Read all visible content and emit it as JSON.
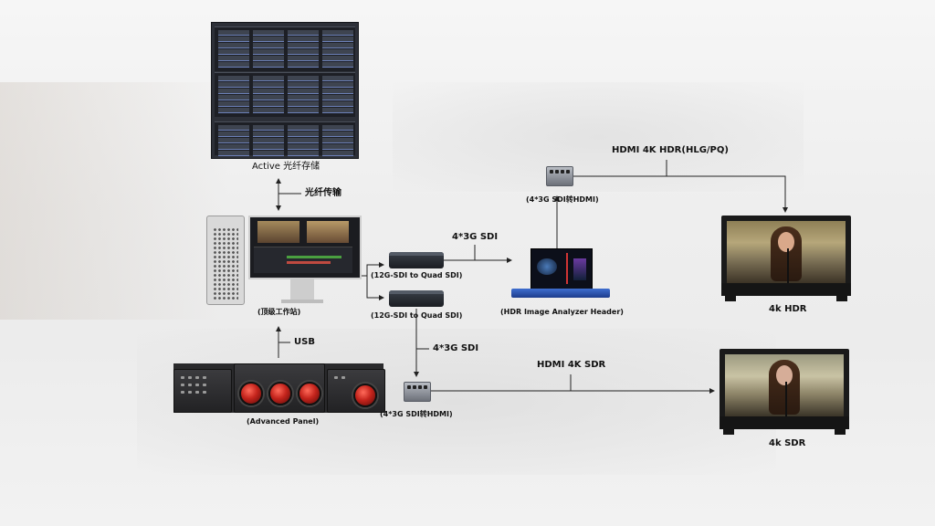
{
  "devices": {
    "storage": "Active 光纤存储",
    "workstation": "(顶级工作站)",
    "converter_top": "(12G-SDI to Quad SDI)",
    "converter_bottom": "(12G-SDI to Quad SDI)",
    "analyzer": "(HDR Image Analyzer Header)",
    "mini_top": "(4*3G SDI转HDMI)",
    "mini_bottom": "(4*3G SDI转HDMI)",
    "panel": "(Advanced Panel)",
    "tv_hdr": "4k HDR",
    "tv_sdr": "4k SDR"
  },
  "links": {
    "fiber": "光纤传输",
    "usb": "USB",
    "sdi_to_analyzer": "4*3G SDI",
    "sdi_to_mini": "4*3G SDI",
    "hdmi_hdr": "HDMI 4K HDR(HLG/PQ)",
    "hdmi_sdr": "HDMI 4K SDR"
  },
  "colors": {
    "line": "#222222",
    "accent_blue": "#2e5fd0",
    "trackball": "#c4241c"
  }
}
